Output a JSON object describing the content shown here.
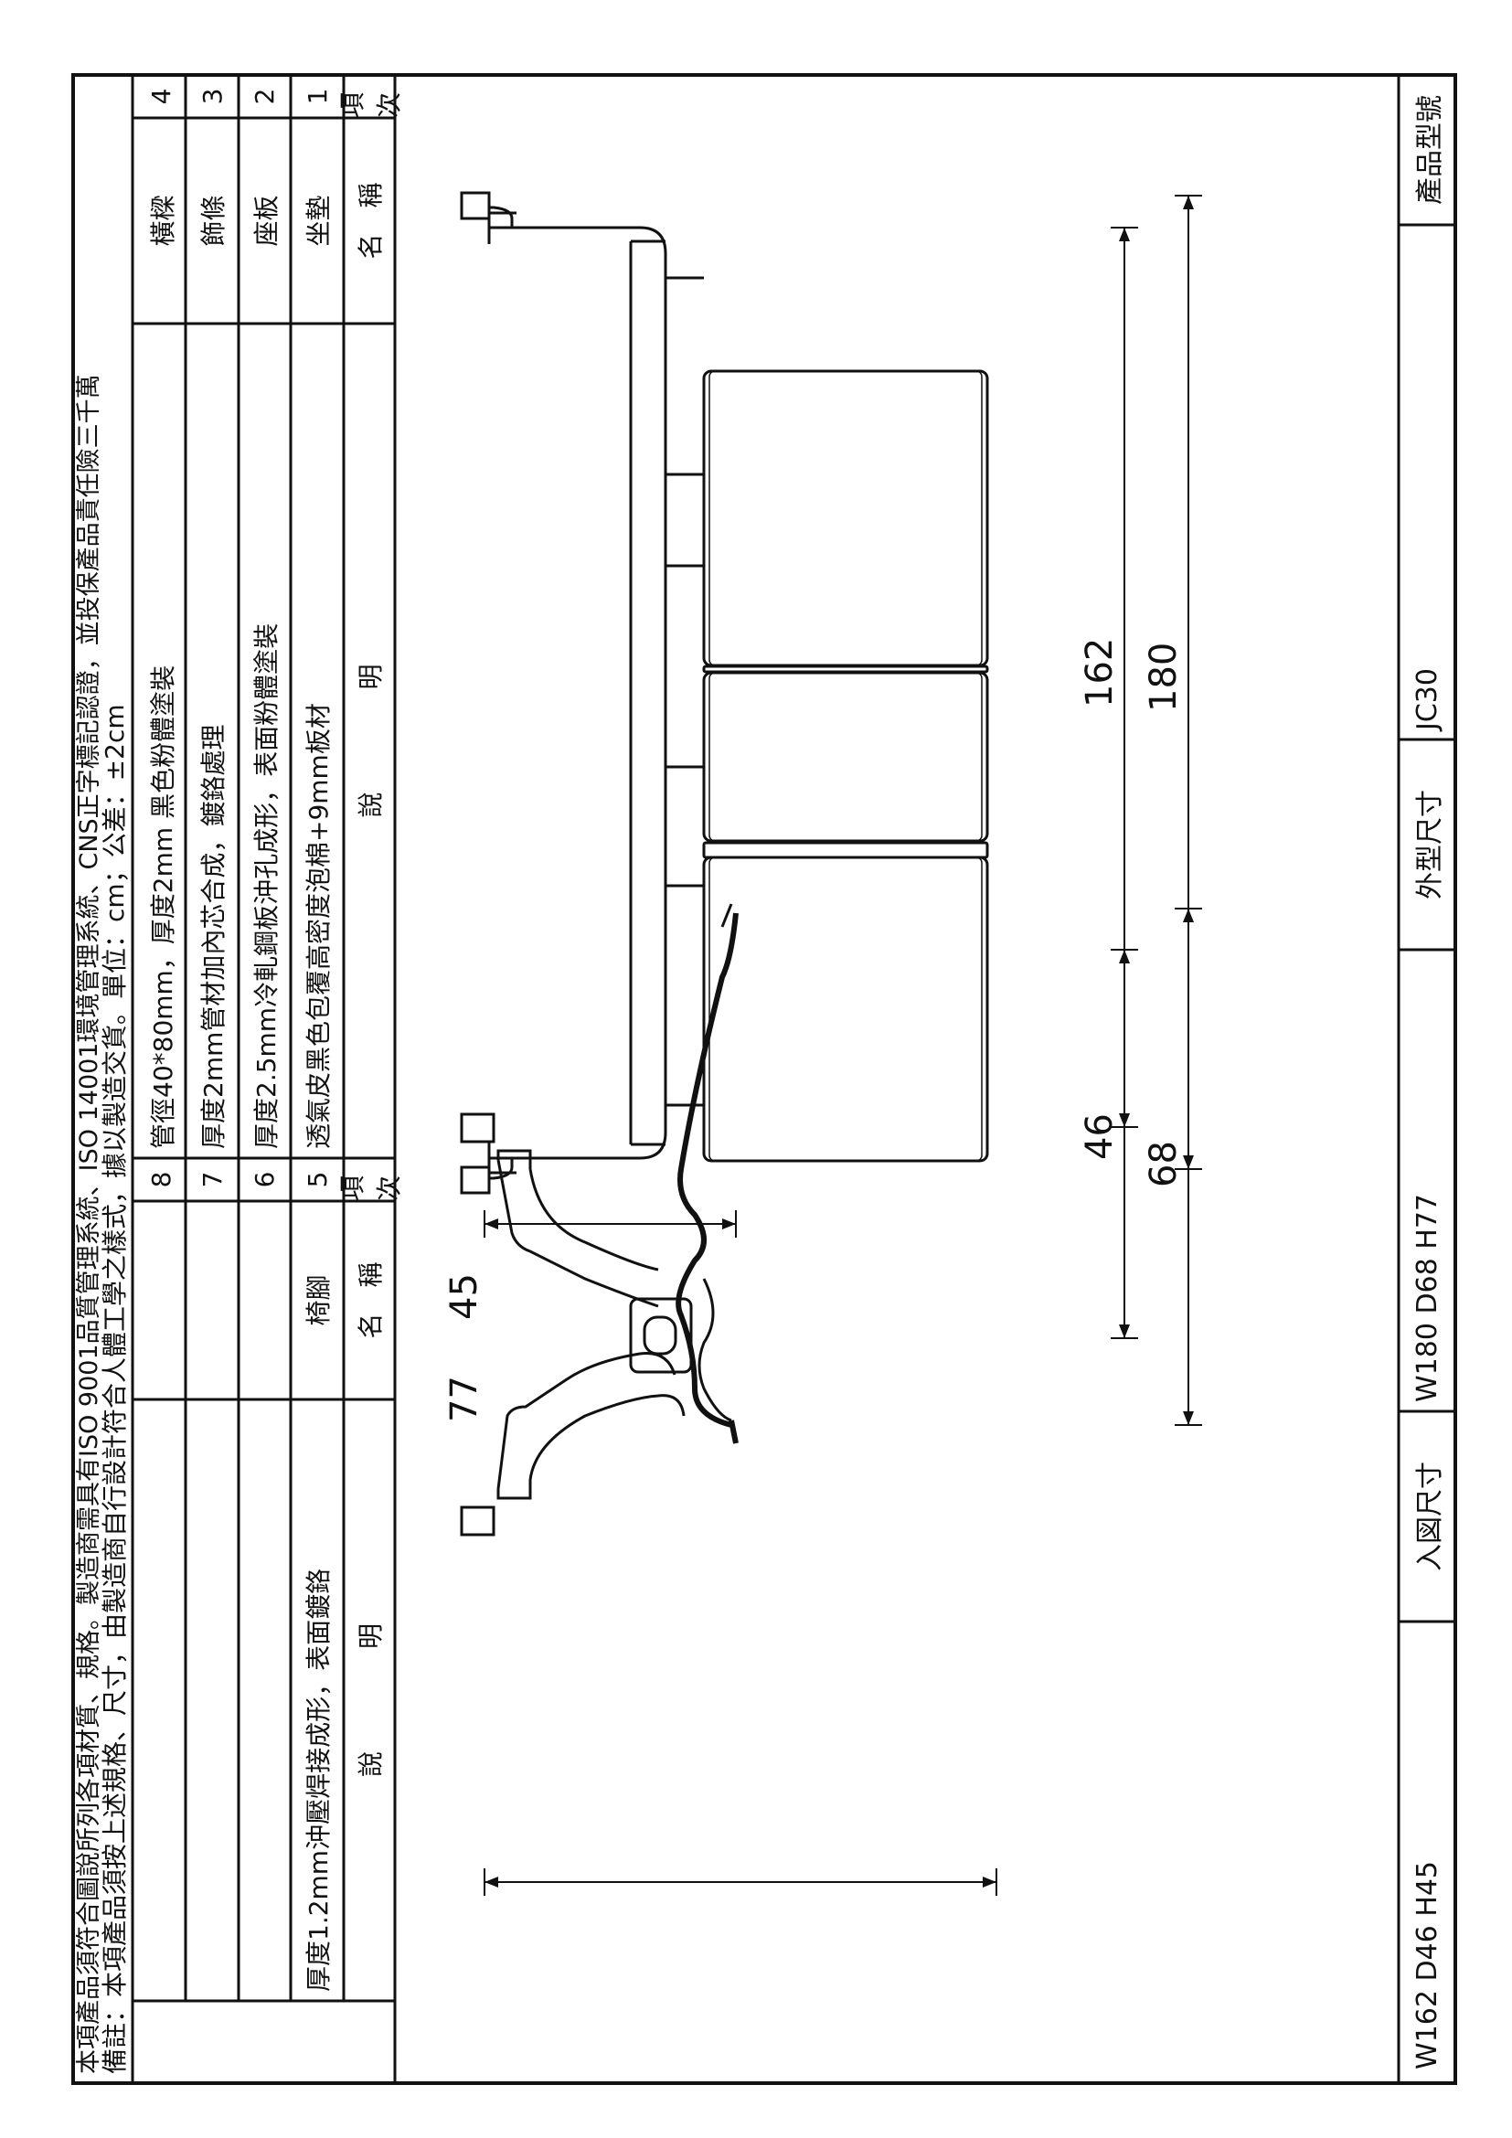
{
  "header": {
    "model_label": "產品型號",
    "model_value": "JC30",
    "outer_label": "外型尺寸",
    "outer_value": "W180 D68 H77",
    "seat_label": "入図尺寸",
    "seat_value": "W162 D46 H45"
  },
  "dimensions": {
    "total_width": "180",
    "seat_width": "162",
    "leg_depth": "45",
    "total_depth": "68",
    "seat_depth": "46",
    "height": "77"
  },
  "table": {
    "headers": {
      "no": "項次",
      "name": "名　稱",
      "desc": "說　　　　明"
    },
    "left_rows": [
      {
        "no": "1",
        "name": "坐墊",
        "desc": "透氣皮黑色包覆高密度泡棉+9mm板材"
      },
      {
        "no": "2",
        "name": "座板",
        "desc": "厚度2.5mm冷軋鋼板沖孔成形，表面粉體塗裝"
      },
      {
        "no": "3",
        "name": "飾條",
        "desc": "厚度2mm管材加內芯合成，鍍鉻處理"
      },
      {
        "no": "4",
        "name": "橫樑",
        "desc": "管徑40*80mm，厚度2mm 黑色粉體塗裝"
      }
    ],
    "right_rows": [
      {
        "no": "5",
        "name": "椅腳",
        "desc": "厚度1.2mm沖壓焊接成形，表面鍍鉻"
      },
      {
        "no": "6",
        "name": "",
        "desc": ""
      },
      {
        "no": "7",
        "name": "",
        "desc": ""
      },
      {
        "no": "8",
        "name": "",
        "desc": ""
      }
    ]
  },
  "notes": {
    "line1": "備註：本項產品須按上述規格、尺寸，由製造商自行設計符合人體工學之樣式，據以製造交貨。單位：cm；公差：±2cm",
    "line2": "本項產品須符合圖說所列各項材質、規格。製造商需具有ISO 9001品質管理系統、ISO 14001環境管理系統、CNS正字標記認證，並投保產品責任險三千萬"
  }
}
